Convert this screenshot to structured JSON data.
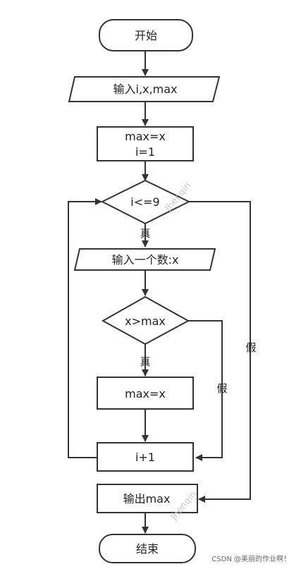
{
  "nodes": {
    "start": "开始",
    "input_init": "输入i,x,max",
    "init_line1": "max=x",
    "init_line2": "i=1",
    "loop_cond": "i<=9",
    "input_num": "输入一个数:x",
    "cmp_cond": "x>max",
    "assign": "max=x",
    "incr": "i+1",
    "output": "输出max",
    "end": "结束"
  },
  "edges": {
    "loop_true": "真",
    "loop_false": "假",
    "cmp_true": "真",
    "cmp_false": "假"
  },
  "watermark": {
    "text1": "Jhenqin",
    "text2": "Jhenqin"
  },
  "footer": {
    "credit": "CSDN @美丽的作业啊！"
  }
}
